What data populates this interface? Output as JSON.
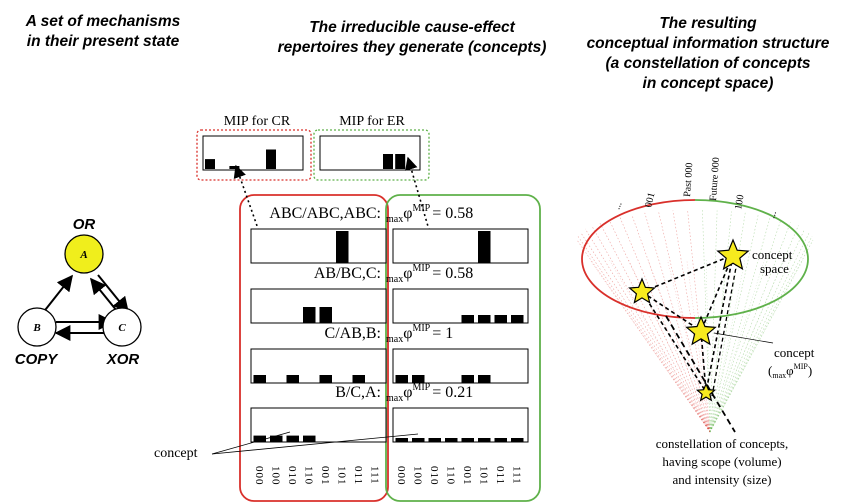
{
  "headers": {
    "left": [
      "A set of mechanisms",
      "in their present state"
    ],
    "middle": [
      "The irreducible cause-effect",
      "repertoires they generate (concepts)"
    ],
    "right": [
      "The resulting",
      "conceptual information structure",
      "(a constellation of concepts",
      "in concept space)"
    ]
  },
  "mechanisms": {
    "nodes": [
      {
        "id": "A",
        "gate": "OR",
        "on": true
      },
      {
        "id": "B",
        "gate": "COPY",
        "on": false
      },
      {
        "id": "C",
        "gate": "XOR",
        "on": false
      }
    ]
  },
  "mip": {
    "cr_label": "MIP for CR",
    "er_label": "MIP for ER",
    "cr_bars": [
      0.33,
      0,
      0.1,
      0,
      0,
      0.65,
      0,
      0
    ],
    "er_bars": [
      0,
      0,
      0,
      0,
      0,
      0.5,
      0.5,
      0
    ]
  },
  "concepts": [
    {
      "label": "ABC/ABC,ABC:",
      "phi": "= 0.58",
      "cr": [
        0,
        0,
        0,
        0,
        0,
        1,
        0,
        0
      ],
      "er": [
        0,
        0,
        0,
        0,
        0,
        1,
        0,
        0
      ]
    },
    {
      "label": "AB/BC,C:",
      "phi": "= 0.58",
      "cr": [
        0,
        0,
        0,
        0.5,
        0.5,
        0,
        0,
        0
      ],
      "er": [
        0,
        0,
        0,
        0,
        0.25,
        0.25,
        0.25,
        0.25
      ]
    },
    {
      "label": "C/AB,B:",
      "phi": "= 1",
      "cr": [
        0.25,
        0,
        0.25,
        0,
        0.25,
        0,
        0.25,
        0
      ],
      "er": [
        0.25,
        0.25,
        0,
        0,
        0.25,
        0.25,
        0,
        0
      ]
    },
    {
      "label": "B/C,A:",
      "phi": "= 0.21",
      "cr": [
        0.2,
        0.2,
        0.2,
        0.2,
        0,
        0,
        0,
        0
      ],
      "er": [
        0.125,
        0.125,
        0.125,
        0.125,
        0.125,
        0.125,
        0.125,
        0.125
      ]
    }
  ],
  "phi_symbol": {
    "sub": "max",
    "phi": "φ",
    "sup": "MIP"
  },
  "states": [
    "000",
    "100",
    "010",
    "110",
    "001",
    "101",
    "011",
    "111"
  ],
  "concept_pointer_label": "concept",
  "space": {
    "axis_labels": [
      "...",
      "001",
      "Past 000",
      "Future 000",
      "100",
      "..."
    ],
    "space_label": [
      "concept",
      "space"
    ],
    "concept_label": [
      "concept"
    ],
    "concept_phi": {
      "open": "(",
      "sub": "max",
      "phi": "φ",
      "sup": "MIP",
      "close": ")"
    },
    "constellation_caption": [
      "constellation of concepts,",
      "having scope (volume)",
      "and intensity (size)"
    ]
  },
  "colors": {
    "red": "#d9302b",
    "green": "#5fb14a",
    "node_on": "#f0ee1c",
    "star": "#f7ea1e"
  }
}
